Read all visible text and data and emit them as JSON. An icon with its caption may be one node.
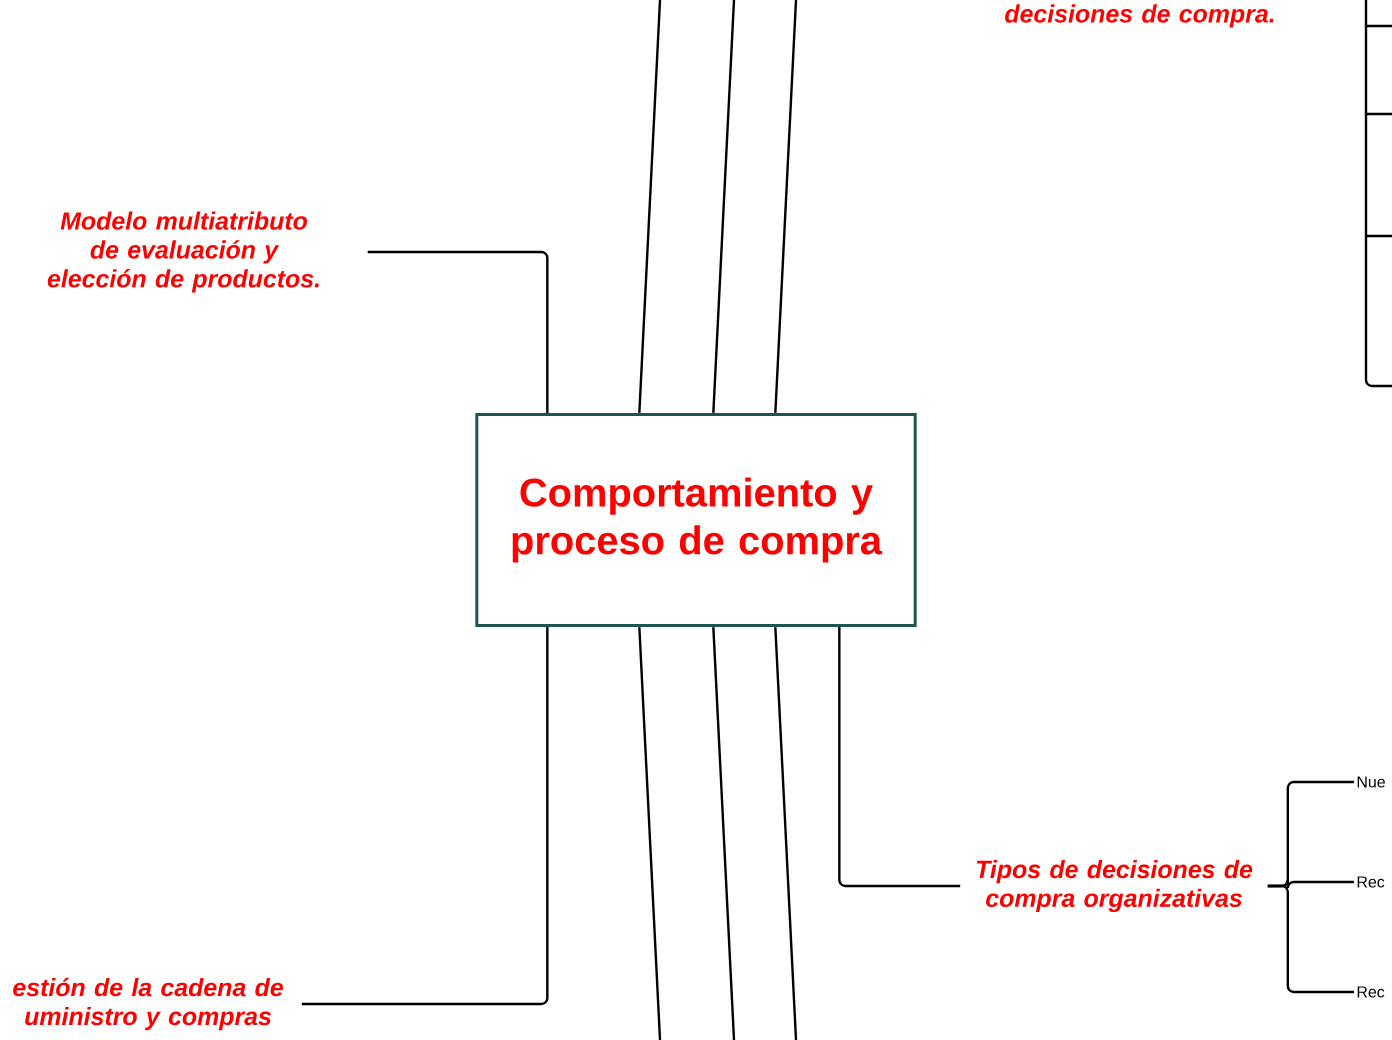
{
  "diagram": {
    "nodes": [
      {
        "text": [
          "Comportamiento y proceso de compra"
        ]
      },
      {
        "text": [
          "Modelo multiatributo de evaluación y elección de productos."
        ]
      },
      {
        "text": [
          "decisiones de compra."
        ]
      },
      {
        "text": [
          "estión de la cadena de uministro y compras"
        ]
      },
      {
        "text": [
          "Tipos de decisiones de compra organizativas"
        ]
      },
      {
        "text": [
          "Nue"
        ]
      },
      {
        "text": [
          "Rec"
        ]
      },
      {
        "text": [
          "Rec"
        ]
      }
    ],
    "edges": [
      {
        "from": 0,
        "to": 1,
        "arrow": "none"
      },
      {
        "from": 0,
        "to": 3,
        "arrow": "none"
      },
      {
        "from": 0,
        "to": 4,
        "arrow": "none"
      },
      {
        "from": 0,
        "to": null,
        "arrow": "none"
      },
      {
        "from": 0,
        "to": null,
        "arrow": "none"
      },
      {
        "from": 0,
        "to": null,
        "arrow": "none"
      },
      {
        "from": 0,
        "to": null,
        "arrow": "none"
      },
      {
        "from": 0,
        "to": null,
        "arrow": "none"
      },
      {
        "from": 0,
        "to": null,
        "arrow": "none"
      },
      {
        "from": 4,
        "to": 5,
        "arrow": "none"
      },
      {
        "from": 4,
        "to": 6,
        "arrow": "none"
      },
      {
        "from": 4,
        "to": 7,
        "arrow": "none"
      }
    ]
  }
}
